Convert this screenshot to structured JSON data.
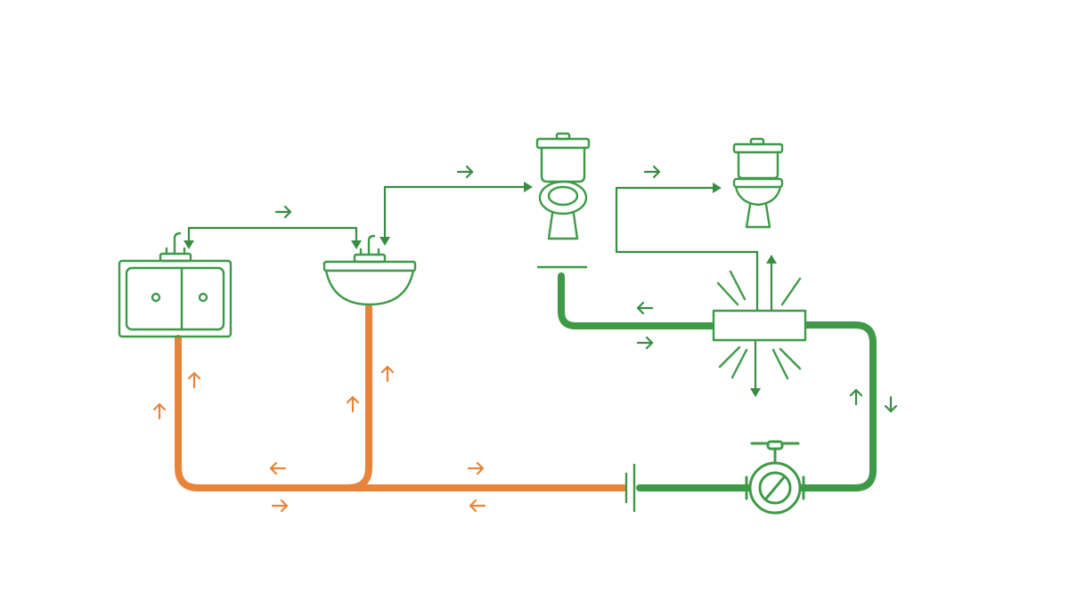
{
  "colors": {
    "background": "#ffffff",
    "supply_pipe": "#e8843a",
    "drain_pipe": "#3f9a48",
    "fixture_outline": "#3f9a48",
    "line": "#3a8c44"
  },
  "fixtures": [
    {
      "name": "double-kitchen-sink",
      "icon": "kitchen-sink-icon"
    },
    {
      "name": "bathroom-sink",
      "icon": "bathroom-sink-icon"
    },
    {
      "name": "toilet-1",
      "icon": "toilet-icon"
    },
    {
      "name": "toilet-2",
      "icon": "toilet-icon"
    },
    {
      "name": "junction-box",
      "icon": "manifold-icon"
    },
    {
      "name": "shutoff-valve",
      "icon": "valve-icon"
    },
    {
      "name": "pipe-coupling",
      "icon": "coupling-icon"
    }
  ],
  "flow_arrows": {
    "supply": [
      "up",
      "up",
      "up",
      "up",
      "left",
      "right",
      "right",
      "left"
    ],
    "drain": [
      "right",
      "right",
      "right",
      "left",
      "right",
      "up",
      "down",
      "up",
      "down"
    ]
  }
}
